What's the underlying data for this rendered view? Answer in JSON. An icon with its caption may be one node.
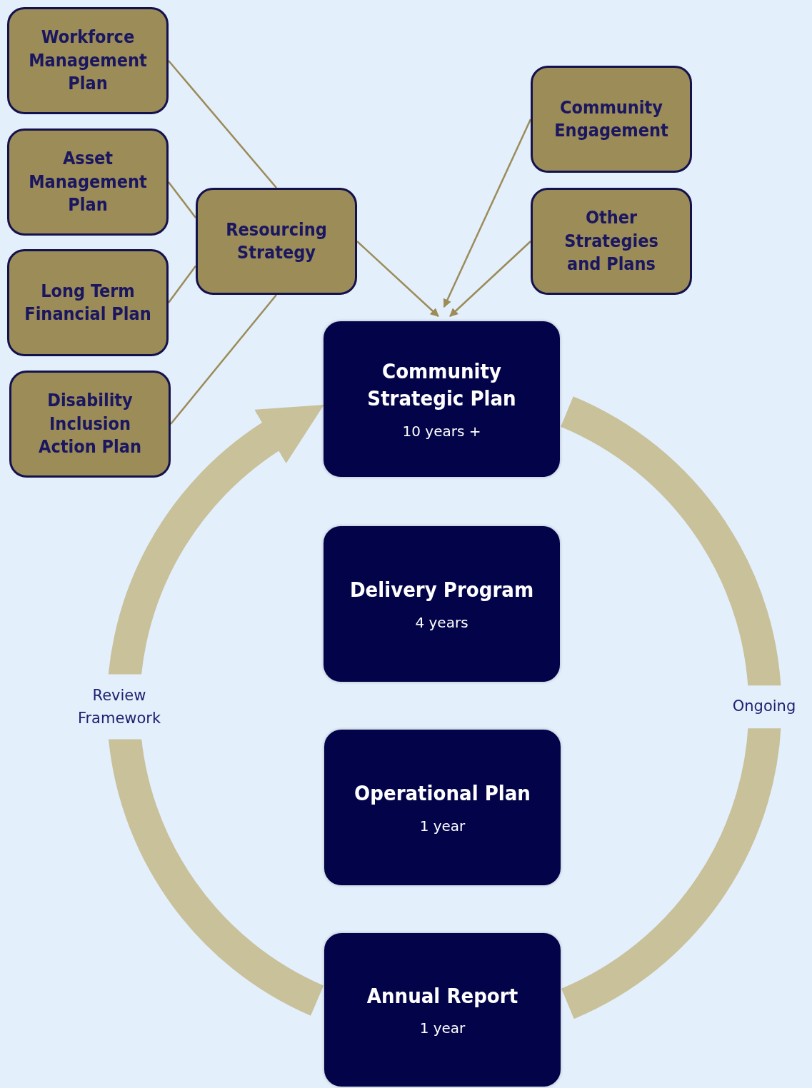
{
  "diagram": {
    "nodes": [
      {
        "text": [
          "Workforce Management Plan"
        ]
      },
      {
        "text": [
          "Asset Management Plan"
        ]
      },
      {
        "text": [
          "Long Term Financial Plan"
        ]
      },
      {
        "text": [
          "Disability Inclusion Action Plan"
        ]
      },
      {
        "text": [
          "Resourcing Strategy"
        ]
      },
      {
        "text": [
          "Community Engagement"
        ]
      },
      {
        "text": [
          "Other Strategies and Plans"
        ]
      },
      {
        "text": [
          "Community Strategic Plan",
          "10 years +"
        ]
      },
      {
        "text": [
          "Delivery Program",
          "4 years"
        ]
      },
      {
        "text": [
          "Operational Plan",
          "1 year"
        ]
      },
      {
        "text": [
          "Annual Report",
          "1 year"
        ]
      }
    ],
    "edges": [
      {
        "from": 0,
        "to": 4,
        "arrow": "none"
      },
      {
        "from": 1,
        "to": 4,
        "arrow": "none"
      },
      {
        "from": 2,
        "to": 4,
        "arrow": "none"
      },
      {
        "from": 3,
        "to": 4,
        "arrow": "none"
      },
      {
        "from": 4,
        "to": 7,
        "arrow": "to"
      },
      {
        "from": 5,
        "to": 7,
        "arrow": "to"
      },
      {
        "from": 6,
        "to": 7,
        "arrow": "to"
      },
      {
        "from": 10,
        "to": 7,
        "arrow": "to",
        "label": "Review Framework",
        "style": "thick",
        "color": "#c8c19a"
      },
      {
        "from": 7,
        "to": 10,
        "arrow": "none",
        "label": "Ongoing",
        "style": "thick",
        "color": "#c8c19a"
      }
    ]
  }
}
